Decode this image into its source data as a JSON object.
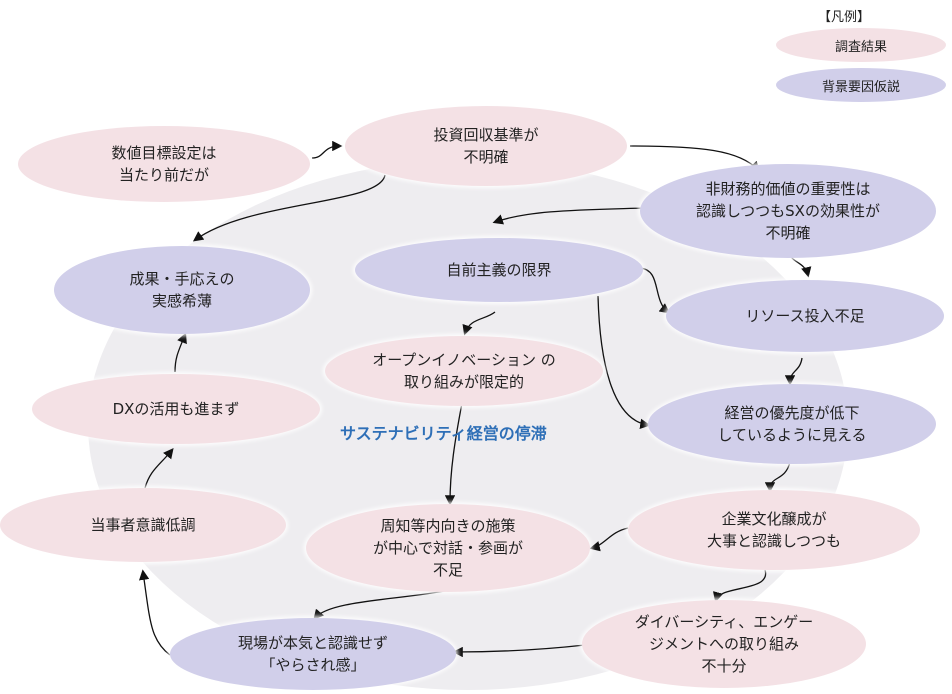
{
  "legend": {
    "title": "【凡例】",
    "items": [
      {
        "label": "調査結果",
        "kind": "survey"
      },
      {
        "label": "背景要因仮説",
        "kind": "hypothesis"
      }
    ]
  },
  "center_title": "サステナビリティ経営の停滞",
  "nodes": {
    "targets": "数値目標設定は\n当たり前だが",
    "roi": "投資回収基準が\n不明確",
    "nonfin": "非財務的価値の重要性は\n認識しつつもSXの効果性が\n不明確",
    "selfreliance": "自前主義の限界",
    "resource": "リソース投入不足",
    "achievement": "成果・手応えの\n実感希薄",
    "openinno": "オープンイノベーション の\n取り組みが限定的",
    "priority": "経営の優先度が低下\nしているように見える",
    "dx": "DXの活用も進まず",
    "inward": "周知等内向きの施策\nが中心で対話・参画が\n不足",
    "ownership": "当事者意識低調",
    "culture": "企業文化醸成が\n大事と認識しつつも",
    "diversity": "ダイバーシティ、エンゲー\nジメントへの取り組み\n不十分",
    "frontline": "現場が本気と認識せず\n「やらされ感」"
  },
  "colors": {
    "survey": "#f4e1e5",
    "hypothesis": "#d1cfea",
    "title": "#2e6fb7",
    "arrow": "#111111"
  }
}
